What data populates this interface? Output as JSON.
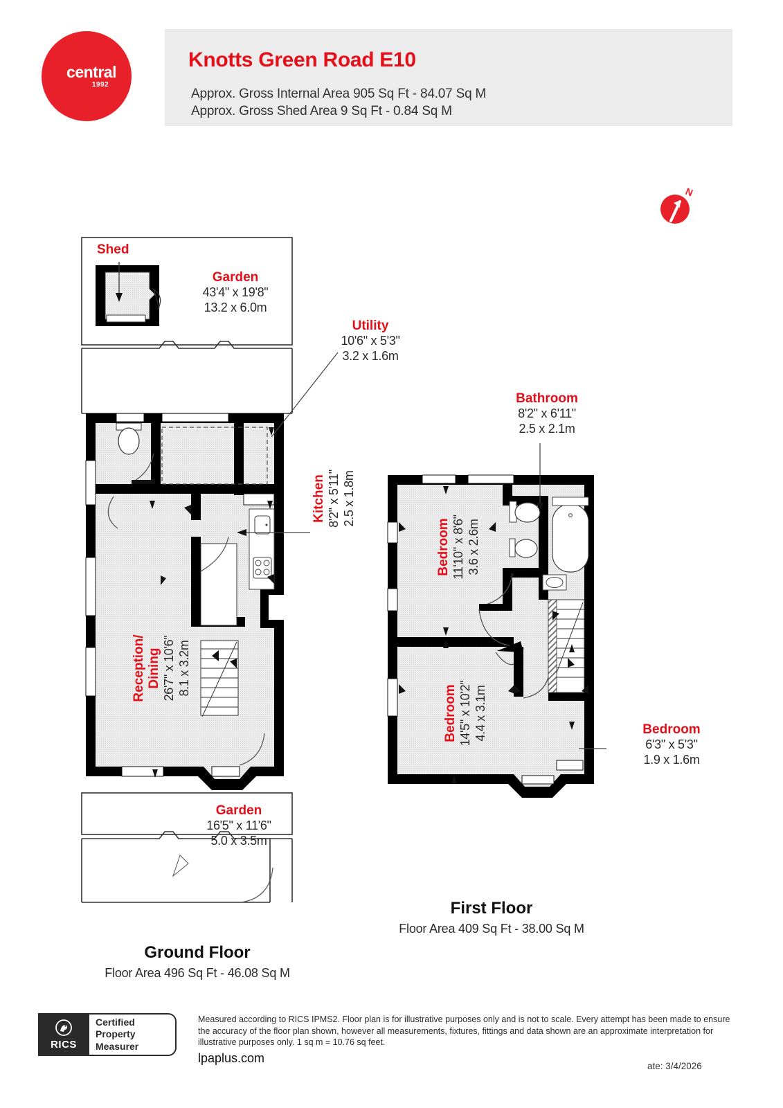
{
  "brand": {
    "logo_word": "central",
    "logo_year": "1992",
    "accent_color": "#e31019",
    "wall_color": "#000000",
    "room_fill": "#ebebeb"
  },
  "header": {
    "title": "Knotts Green Road E10",
    "gross_internal_area": "Approx. Gross Internal Area 905 Sq Ft - 84.07 Sq M",
    "gross_shed_area": "Approx. Gross Shed Area 9 Sq Ft - 0.84 Sq M"
  },
  "compass": {
    "north_label": "N"
  },
  "rooms": {
    "shed": {
      "name": "Shed"
    },
    "rear_garden": {
      "name": "Garden",
      "dim_imperial": "43'4\" x 19'8\"",
      "dim_metric": "13.2 x 6.0m"
    },
    "utility": {
      "name": "Utility",
      "dim_imperial": "10'6\" x 5'3\"",
      "dim_metric": "3.2 x 1.6m"
    },
    "kitchen": {
      "name": "Kitchen",
      "dim_imperial": "8'2\" x 5'11\"",
      "dim_metric": "2.5 x 1.8m"
    },
    "reception_dining": {
      "name": "Reception/\nDining",
      "name_line1": "Reception/",
      "name_line2": "Dining",
      "dim_imperial": "26'7\" x 10'6\"",
      "dim_metric": "8.1 x 3.2m"
    },
    "front_garden": {
      "name": "Garden",
      "dim_imperial": "16'5\" x 11'6\"",
      "dim_metric": "5.0 x 3.5m"
    },
    "bathroom": {
      "name": "Bathroom",
      "dim_imperial": "8'2\" x 6'11\"",
      "dim_metric": "2.5 x 2.1m"
    },
    "bedroom_1": {
      "name": "Bedroom",
      "dim_imperial": "11'10\" x 8'6\"",
      "dim_metric": "3.6 x 2.6m"
    },
    "bedroom_2": {
      "name": "Bedroom",
      "dim_imperial": "14'5\" x 10'2\"",
      "dim_metric": "4.4 x 3.1m"
    },
    "bedroom_3": {
      "name": "Bedroom",
      "dim_imperial": "6'3\" x 5'3\"",
      "dim_metric": "1.9 x 1.6m"
    }
  },
  "floors": {
    "ground": {
      "title": "Ground Floor",
      "area": "Floor Area 496 Sq Ft - 46.08 Sq M"
    },
    "first": {
      "title": "First Floor",
      "area": "Floor Area 409 Sq Ft - 38.00 Sq M"
    }
  },
  "footer": {
    "rics_word": "RICS",
    "badge_line1": "Certified",
    "badge_line2": "Property",
    "badge_line3": "Measurer",
    "disclaimer": "Measured according to RICS IPMS2. Floor plan is for illustrative purposes only and is not to scale. Every attempt has been made to ensure the accuracy of the floor plan shown, however all measurements, fixtures, fittings and data shown are an approximate interpretation for illustrative purposes only. 1 sq m = 10.76 sq feet.",
    "website": "lpaplus.com",
    "date": "ate: 3/4/2026"
  }
}
